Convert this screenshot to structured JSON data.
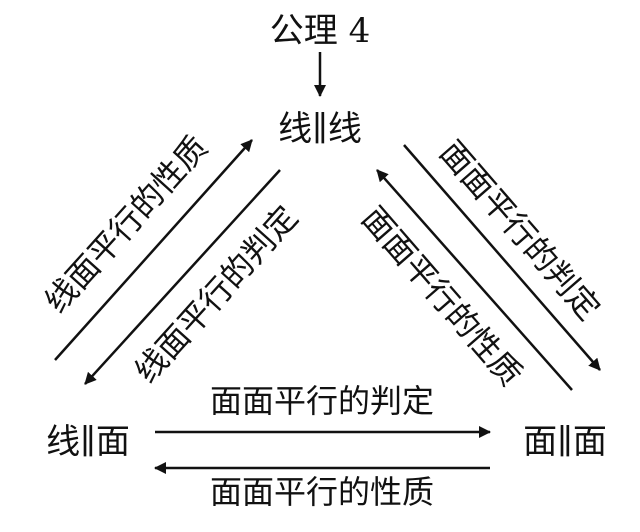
{
  "axiom": "公理 4",
  "nodes": {
    "top": "线∥线",
    "left": "线∥面",
    "right": "面∥面"
  },
  "edges": {
    "left_outer": "线面平行的性质",
    "left_inner": "线面平行的判定",
    "right_outer": "面面平行的判定",
    "right_inner": "面面平行的性质",
    "bottom_top": "面面平行的判定",
    "bottom_bottom": "面面平行的性质"
  },
  "colors": {
    "ink": "#111111",
    "background": "#ffffff"
  }
}
